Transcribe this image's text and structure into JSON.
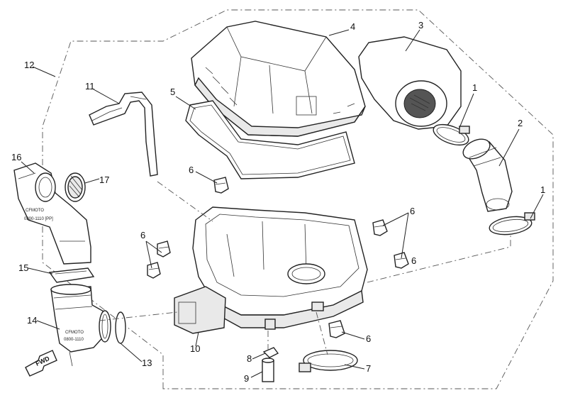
{
  "callouts": [
    "1",
    "1",
    "2",
    "3",
    "4",
    "5",
    "6",
    "6",
    "6",
    "6",
    "6",
    "7",
    "8",
    "9",
    "10",
    "11",
    "12",
    "13",
    "14",
    "15",
    "16",
    "17"
  ],
  "markings": {
    "brand_16": "CFMOTO",
    "code_16": "0800-1110  [PP]",
    "brand_14": "CFMOTO",
    "code_14": "0800-1110",
    "fwd": "FWD"
  }
}
